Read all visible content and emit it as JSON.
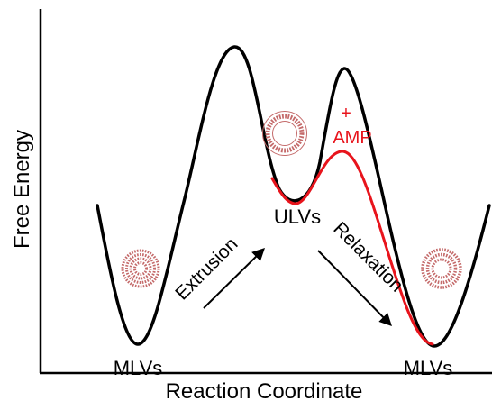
{
  "axes": {
    "x_label": "Reaction Coordinate",
    "y_label": "Free Energy"
  },
  "labels": {
    "mlv_left": "MLVs",
    "ulv": "ULVs",
    "mlv_right": "MLVs",
    "plus": "+",
    "amp": "AMP",
    "extrusion": "Extrusion",
    "relaxation": "Relaxation"
  },
  "colors": {
    "curve_main": "#000000",
    "curve_amp": "#e8141c",
    "lipid": "#c46a6a"
  },
  "icons": {
    "multilamellar_vesicle": "concentric-lipid-rings-icon",
    "unilamellar_vesicle": "single-bilayer-ring-icon",
    "arrow": "arrow-icon"
  }
}
